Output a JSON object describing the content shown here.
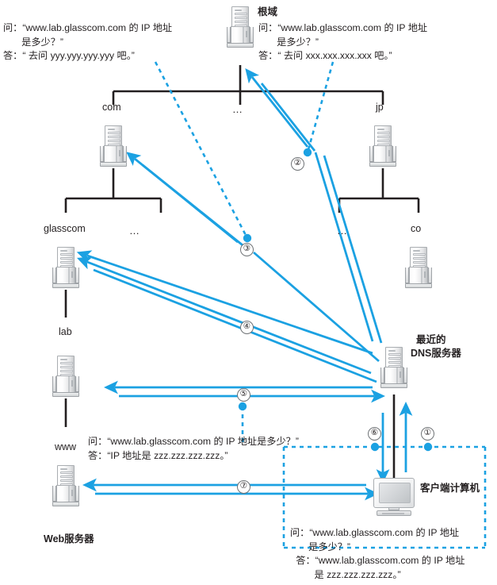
{
  "diagram": {
    "title": "DNS name resolution flow",
    "accent_color": "#1ba1e2",
    "line_color": "#231f20"
  },
  "nodes": {
    "root": {
      "label": "根域",
      "icon": "server-icon"
    },
    "com": {
      "label": "com",
      "icon": "server-icon"
    },
    "tld_ellipsis": {
      "label": "…"
    },
    "jp": {
      "label": "jp",
      "icon": "server-icon"
    },
    "glasscom": {
      "label": "glasscom",
      "icon": "server-icon"
    },
    "com_child_ellipsis": {
      "label": "…"
    },
    "jp_child_ellipsis": {
      "label": "…"
    },
    "co": {
      "label": "co",
      "icon": "server-icon"
    },
    "lab": {
      "label": "lab",
      "icon": "server-icon"
    },
    "www": {
      "label": "www"
    },
    "web_server": {
      "label": "Web服务器",
      "icon": "server-icon"
    },
    "local_dns": {
      "label_line1": "最近的",
      "label_line2": "DNS服务器",
      "icon": "server-icon"
    },
    "client": {
      "label": "客户端计算机",
      "icon": "monitor-icon"
    }
  },
  "callouts": {
    "top_left": {
      "q_line1": "问：“www.lab.glasscom.com 的 IP 地址",
      "q_line2": "是多少？”",
      "a_line1": "答：“ 去问 yyy.yyy.yyy.yyy 吧。”"
    },
    "top_right": {
      "q_line1": "问：“www.lab.glasscom.com 的 IP 地址",
      "q_line2": "是多少？”",
      "a_line1": "答：“ 去问 xxx.xxx.xxx.xxx 吧。”"
    },
    "middle": {
      "q_line1": "问：“www.lab.glasscom.com 的 IP 地址是多少？”",
      "a_line1": "答：“IP 地址是 zzz.zzz.zzz.zzz。”"
    },
    "bottom": {
      "q_line1": "问：“www.lab.glasscom.com 的 IP 地址",
      "q_line2": "是多少？”",
      "a_line1": "答：“www.lab.glasscom.com 的 IP 地址",
      "a_line2": "是 zzz.zzz.zzz.zzz。”"
    }
  },
  "steps": [
    {
      "id": "1",
      "glyph": "①"
    },
    {
      "id": "2",
      "glyph": "②"
    },
    {
      "id": "3",
      "glyph": "③"
    },
    {
      "id": "4",
      "glyph": "④"
    },
    {
      "id": "5",
      "glyph": "⑤"
    },
    {
      "id": "6",
      "glyph": "⑥"
    },
    {
      "id": "7",
      "glyph": "⑦"
    }
  ]
}
